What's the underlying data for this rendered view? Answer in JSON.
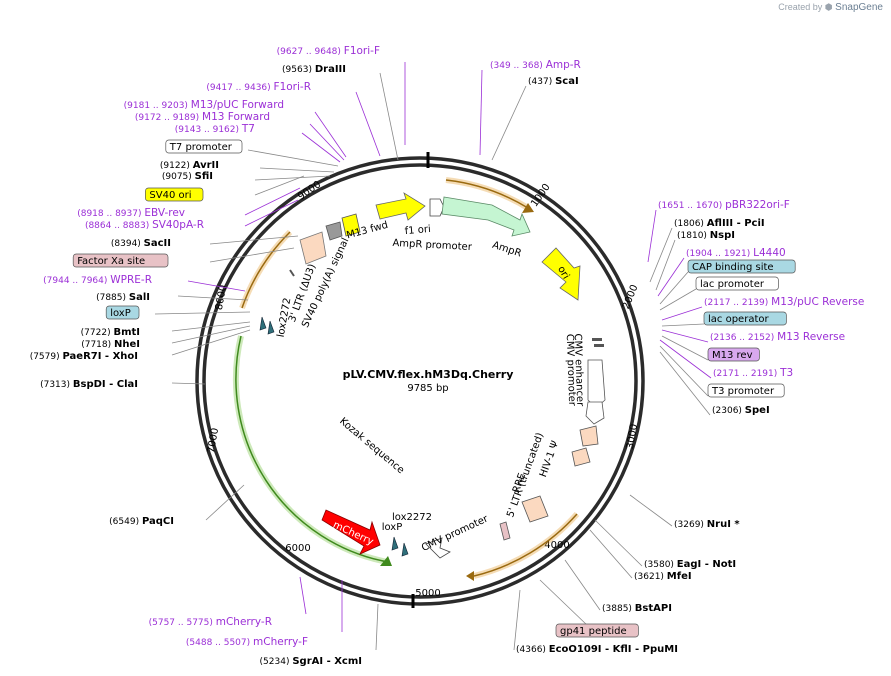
{
  "credit": {
    "prefix": "Created by",
    "brand": "SnapGene"
  },
  "plasmid": {
    "name": "pLV.CMV.flex.hM3Dq.Cherry",
    "length_label": "9785 bp"
  },
  "ticks": [
    "1000",
    "2000",
    "3000",
    "4000",
    "5000",
    "6000",
    "7000",
    "8000",
    "9000"
  ],
  "site_labels": [
    {
      "range": "(9627 .. 9648)",
      "name": "F1ori-F",
      "style": "primer"
    },
    {
      "range": "(9563)",
      "name": "DraIII",
      "style": "enzyme"
    },
    {
      "range": "(9417 .. 9436)",
      "name": "F1ori-R",
      "style": "primer"
    },
    {
      "range": "(9181 .. 9203)",
      "name": "M13/pUC Forward",
      "style": "primer"
    },
    {
      "range": "(9172 .. 9189)",
      "name": "M13 Forward",
      "style": "primer"
    },
    {
      "range": "(9143 .. 9162)",
      "name": "T7",
      "style": "primer"
    },
    {
      "range": "",
      "name": "T7 promoter",
      "style": "box-white"
    },
    {
      "range": "(9122)",
      "name": "AvrII",
      "style": "enzyme"
    },
    {
      "range": "(9075)",
      "name": "SfiI",
      "style": "enzyme"
    },
    {
      "range": "",
      "name": "SV40 ori",
      "style": "box-yellow"
    },
    {
      "range": "(8918 .. 8937)",
      "name": "EBV-rev",
      "style": "primer"
    },
    {
      "range": "(8864 .. 8883)",
      "name": "SV40pA-R",
      "style": "primer"
    },
    {
      "range": "(8394)",
      "name": "SacII",
      "style": "enzyme"
    },
    {
      "range": "",
      "name": "Factor Xa site",
      "style": "box-pink"
    },
    {
      "range": "(7944 .. 7964)",
      "name": "WPRE-R",
      "style": "primer"
    },
    {
      "range": "(7885)",
      "name": "SalI",
      "style": "enzyme"
    },
    {
      "range": "",
      "name": "loxP",
      "style": "box-blue"
    },
    {
      "range": "(7722)",
      "name": "BmtI",
      "style": "enzyme"
    },
    {
      "range": "(7718)",
      "name": "NheI",
      "style": "enzyme"
    },
    {
      "range": "(7579)",
      "name": "PaeR7I  - XhoI",
      "style": "enzyme"
    },
    {
      "range": "(7313)",
      "name": "BspDI  - ClaI",
      "style": "enzyme"
    },
    {
      "range": "(6549)",
      "name": "PaqCI",
      "style": "enzyme"
    },
    {
      "range": "(5757 .. 5775)",
      "name": "mCherry-R",
      "style": "primer"
    },
    {
      "range": "(5488 .. 5507)",
      "name": "mCherry-F",
      "style": "primer"
    },
    {
      "range": "(5234)",
      "name": "SgrAI  - XcmI",
      "style": "enzyme"
    },
    {
      "range": "(349 .. 368)",
      "name": "Amp-R",
      "style": "primer"
    },
    {
      "range": "(437)",
      "name": "ScaI",
      "style": "enzyme"
    },
    {
      "range": "(1651 .. 1670)",
      "name": "pBR322ori-F",
      "style": "primer"
    },
    {
      "range": "(1806)",
      "name": "AflIII  - PciI",
      "style": "enzyme"
    },
    {
      "range": "(1810)",
      "name": "NspI",
      "style": "enzyme"
    },
    {
      "range": "(1904 .. 1921)",
      "name": "L4440",
      "style": "primer"
    },
    {
      "range": "",
      "name": "CAP binding site",
      "style": "box-blue"
    },
    {
      "range": "",
      "name": "lac promoter",
      "style": "box-white"
    },
    {
      "range": "(2117 .. 2139)",
      "name": "M13/pUC Reverse",
      "style": "primer"
    },
    {
      "range": "",
      "name": "lac operator",
      "style": "box-blue"
    },
    {
      "range": "(2136 .. 2152)",
      "name": "M13 Reverse",
      "style": "primer"
    },
    {
      "range": "",
      "name": "M13 rev",
      "style": "box-purple"
    },
    {
      "range": "(2171 .. 2191)",
      "name": "T3",
      "style": "primer"
    },
    {
      "range": "",
      "name": "T3 promoter",
      "style": "box-white"
    },
    {
      "range": "(2306)",
      "name": "SpeI",
      "style": "enzyme"
    },
    {
      "range": "(3269)",
      "name": "NruI *",
      "style": "enzyme"
    },
    {
      "range": "(3580)",
      "name": "EagI  - NotI",
      "style": "enzyme"
    },
    {
      "range": "(3621)",
      "name": "MfeI",
      "style": "enzyme"
    },
    {
      "range": "(3885)",
      "name": "BstAPI",
      "style": "enzyme"
    },
    {
      "range": "",
      "name": "gp41 peptide",
      "style": "box-pink"
    },
    {
      "range": "(4366)",
      "name": "EcoO109I  - KflI  - PpuMI",
      "style": "enzyme"
    }
  ],
  "feature_labels": [
    {
      "text": "M13 fwd"
    },
    {
      "text": "f1 ori"
    },
    {
      "text": "AmpR promoter"
    },
    {
      "text": "AmpR"
    },
    {
      "text": "ori"
    },
    {
      "text": "CMV enhancer"
    },
    {
      "text": "CMV promoter"
    },
    {
      "text": "5' LTR (truncated)"
    },
    {
      "text": "HIV-1 Ψ"
    },
    {
      "text": "RRE"
    },
    {
      "text": "CMV promoter"
    },
    {
      "text": "lox2272"
    },
    {
      "text": "loxP"
    },
    {
      "text": "mCherry"
    },
    {
      "text": "Kozak sequence"
    },
    {
      "text": "lox2272"
    },
    {
      "text": "3' LTR (ΔU3)"
    },
    {
      "text": "SV40 poly(A) signal"
    }
  ],
  "colors": {
    "enzyme": "#000000",
    "primer": "#9b2fd6",
    "ring": "#2b2b2b",
    "orf_orange": "#e39a2a",
    "green_arc": "#6fbf3a",
    "yellow": "#ffff00",
    "mint": "#c5f5d2",
    "red": "#ff0000",
    "teal": "#2f6f7a",
    "peach": "#fbd9c0",
    "box_blue": "#a9d8e3",
    "box_pink": "#e8c2c6",
    "box_purple": "#d8a8ee",
    "box_yellow": "#ffff00"
  }
}
